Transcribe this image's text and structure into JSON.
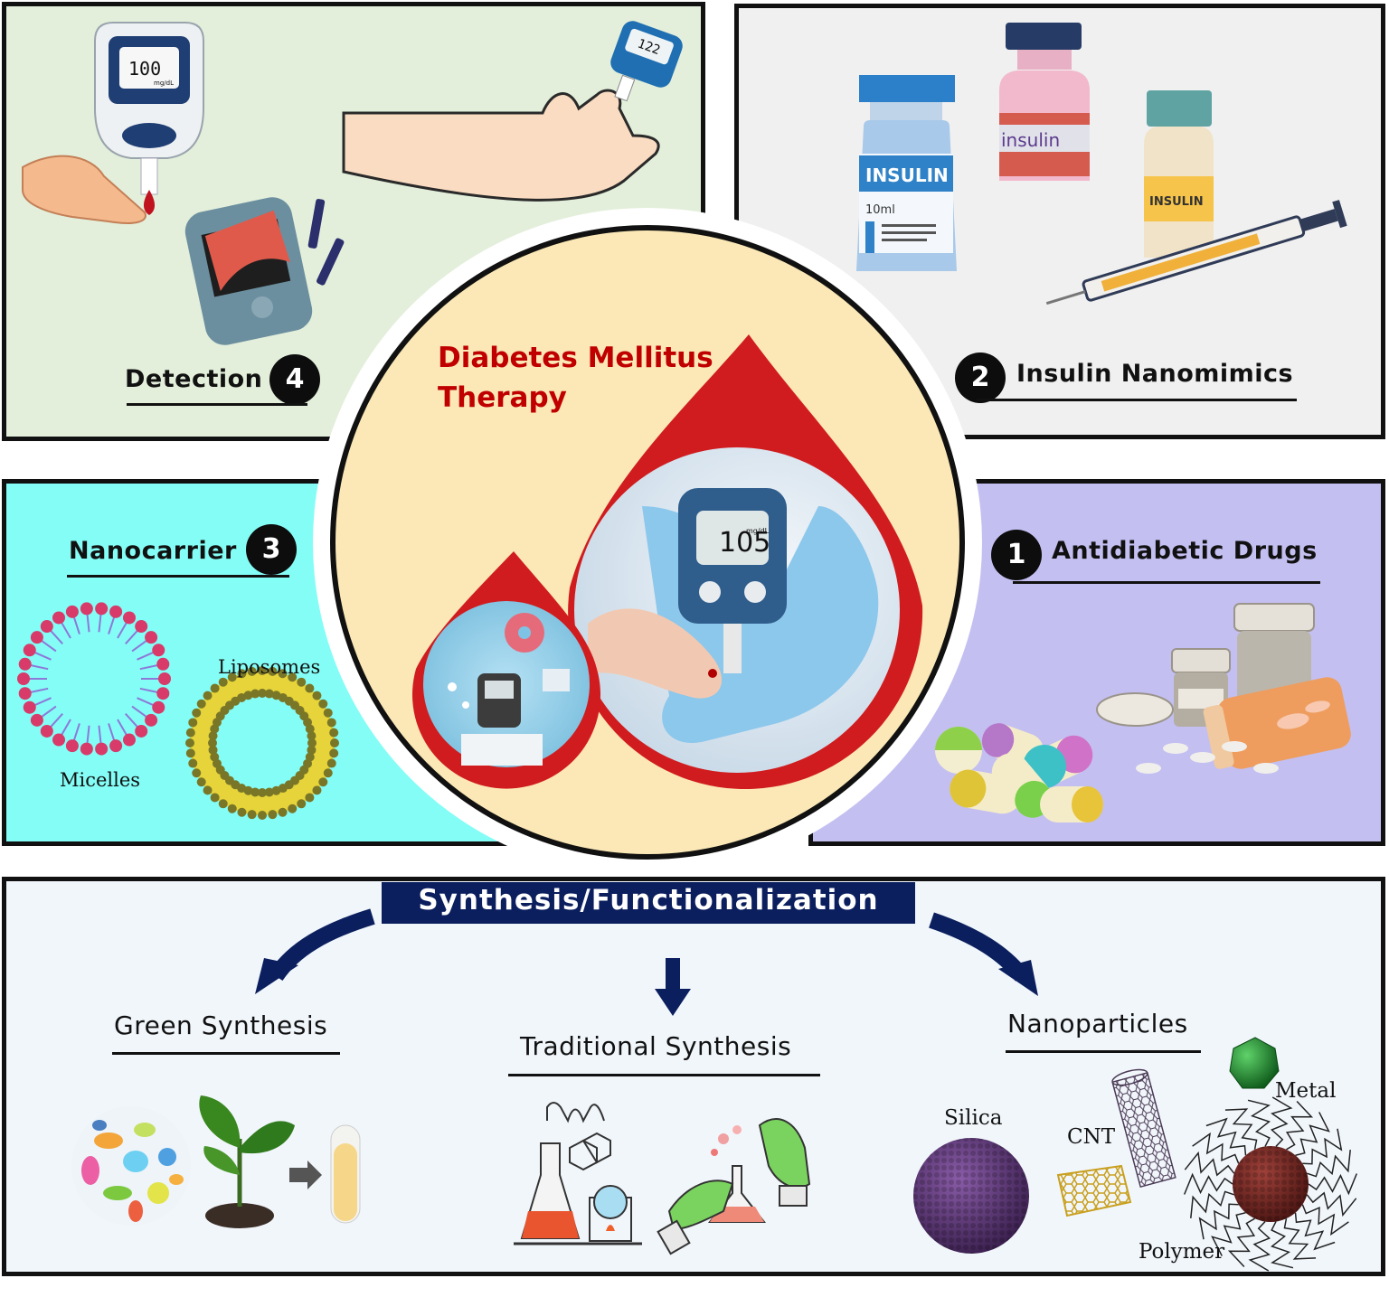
{
  "center": {
    "title_line1": "Diabetes Mellitus",
    "title_line2": "Therapy",
    "meter_reading": "105",
    "meter_unit": "mg/dL"
  },
  "quadrants": {
    "detection": {
      "label": "Detection",
      "number": "4",
      "meter_reading": "100",
      "meter_unit": "mg/dL",
      "small_meter_reading": "122"
    },
    "insulin": {
      "label": "Insulin Nanomimics",
      "number": "2",
      "vial_label_large": "INSULIN",
      "vial_volume": "10ml",
      "vial_label_pink": "insulin",
      "vial_label_small": "INSULIN"
    },
    "nanocarrier": {
      "label": "Nanocarrier",
      "number": "3",
      "micelles": "Micelles",
      "liposomes": "Liposomes"
    },
    "drugs": {
      "label": "Antidiabetic Drugs",
      "number": "1"
    }
  },
  "synthesis": {
    "title": "Synthesis/Functionalization",
    "green": "Green Synthesis",
    "traditional": "Traditional Synthesis",
    "nanoparticles": "Nanoparticles",
    "silica": "Silica",
    "cnt": "CNT",
    "metal": "Metal",
    "polymer": "Polymer"
  },
  "colors": {
    "detection_bg": "#e3efdb",
    "insulin_bg": "#f0f0f0",
    "nanocarrier_bg": "#84fdf6",
    "drugs_bg": "#c3bff1",
    "center_bg": "#fbe8b6",
    "drop_red": "#d01c1f",
    "title_red": "#c00000",
    "navy": "#0b1f5e"
  }
}
